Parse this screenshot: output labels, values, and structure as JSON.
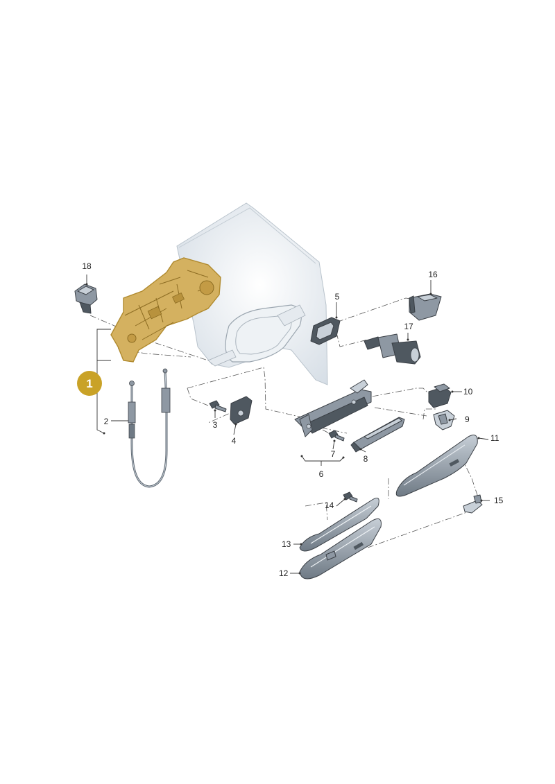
{
  "diagram": {
    "highlighted_part": {
      "badge_label": "1",
      "badge_color": "#c9a227",
      "highlight_color": "#d4b160"
    },
    "callouts": [
      {
        "id": "label-2",
        "text": "2"
      },
      {
        "id": "label-3",
        "text": "3"
      },
      {
        "id": "label-4",
        "text": "4"
      },
      {
        "id": "label-5",
        "text": "5"
      },
      {
        "id": "label-6",
        "text": "6"
      },
      {
        "id": "label-7",
        "text": "7"
      },
      {
        "id": "label-8",
        "text": "8"
      },
      {
        "id": "label-9",
        "text": "9"
      },
      {
        "id": "label-10",
        "text": "10"
      },
      {
        "id": "label-11",
        "text": "11"
      },
      {
        "id": "label-12",
        "text": "12"
      },
      {
        "id": "label-13",
        "text": "13"
      },
      {
        "id": "label-14",
        "text": "14"
      },
      {
        "id": "label-15",
        "text": "15"
      },
      {
        "id": "label-16",
        "text": "16"
      },
      {
        "id": "label-17",
        "text": "17"
      },
      {
        "id": "label-18",
        "text": "18"
      }
    ],
    "colors": {
      "door_panel": "#dfe6ec",
      "part_metal": "#8e98a3",
      "part_dark": "#4f5860"
    }
  }
}
